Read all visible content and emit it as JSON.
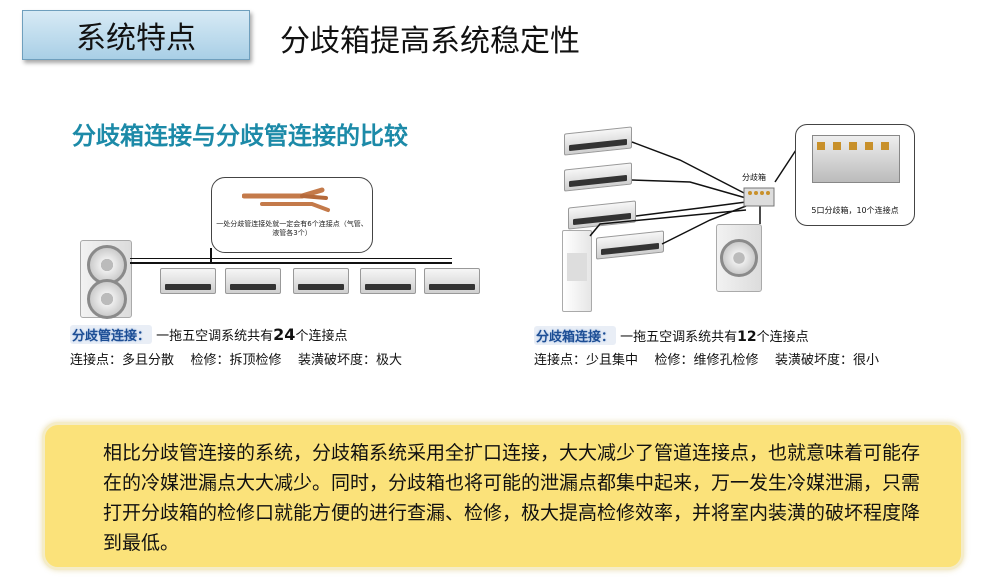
{
  "header": {
    "section_tag": "系统特点",
    "title": "分歧箱提高系统稳定性"
  },
  "comparison": {
    "heading": "分歧箱连接与分歧管连接的比较",
    "left": {
      "callout_note": "一处分歧管连接处就一定会有6个连接点（气管、液管各3个）",
      "caption_highlight": "分歧管连接：",
      "caption_text_1": "一拖五空调系统共有",
      "caption_number": "24",
      "caption_text_2": "个连接点",
      "details": "连接点：多且分散    检修：拆顶检修    装潢破坏度：极大"
    },
    "right": {
      "branch_box_label": "分歧箱",
      "callout_note": "5口分歧箱，10个连接点",
      "caption_highlight": "分歧箱连接：",
      "caption_text_1": "一拖五空调系统共有",
      "caption_number": "12",
      "caption_text_2": "个连接点",
      "details": "连接点：少且集中    检修：维修孔检修    装潢破坏度：很小"
    }
  },
  "summary": {
    "text": "相比分歧管连接的系统，分歧箱系统采用全扩口连接，大大减少了管道连接点，也就意味着可能存在的冷媒泄漏点大大减少。同时，分歧箱也将可能的泄漏点都集中起来，万一发生冷媒泄漏，只需打开分歧箱的检修口就能方便的进行查漏、检修，极大提高检修效率，并将室内装潢的破坏程度降到最低。"
  },
  "colors": {
    "heading_accent": "#1c8aa8",
    "tag_background": "#a9cfe6",
    "summary_background": "#fbe27a",
    "highlight_text": "#1d4e95"
  }
}
